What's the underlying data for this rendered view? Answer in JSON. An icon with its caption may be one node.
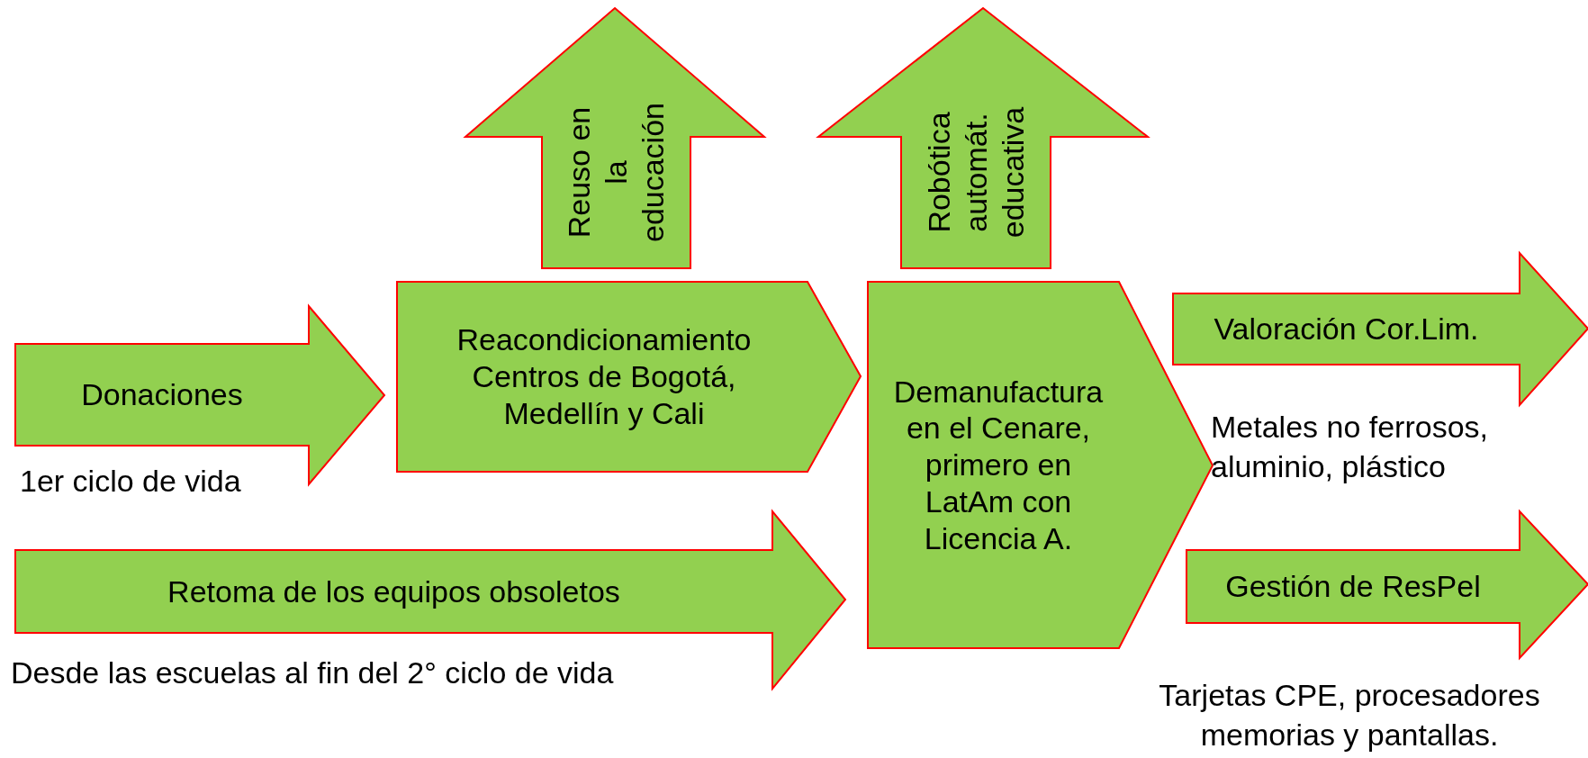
{
  "diagram": {
    "nodes": [
      {
        "text": [
          "Donaciones"
        ],
        "beside": [
          "1er ciclo de vida"
        ]
      },
      {
        "text": [
          "Reacondicionamiento Centros de Bogotá, Medellín y Cali"
        ]
      },
      {
        "text": [
          "Reuso en la educación"
        ]
      },
      {
        "text": [
          "Robótica automát. educativa"
        ]
      },
      {
        "text": [
          "Demanufactura en el Cenare, primero en LatAm con Licencia A."
        ]
      },
      {
        "text": [
          "Valoración Cor.Lim."
        ],
        "beside": [
          "Metales no ferrosos, aluminio, plástico"
        ]
      },
      {
        "text": [
          "Retoma de los equipos obsoletos"
        ],
        "beside": [
          "Desde las escuelas al fin del 2° ciclo de vida"
        ]
      },
      {
        "text": [
          "Gestión de ResPel"
        ],
        "beside": [
          "Tarjetas CPE, procesadores memorias y pantallas."
        ]
      }
    ]
  }
}
